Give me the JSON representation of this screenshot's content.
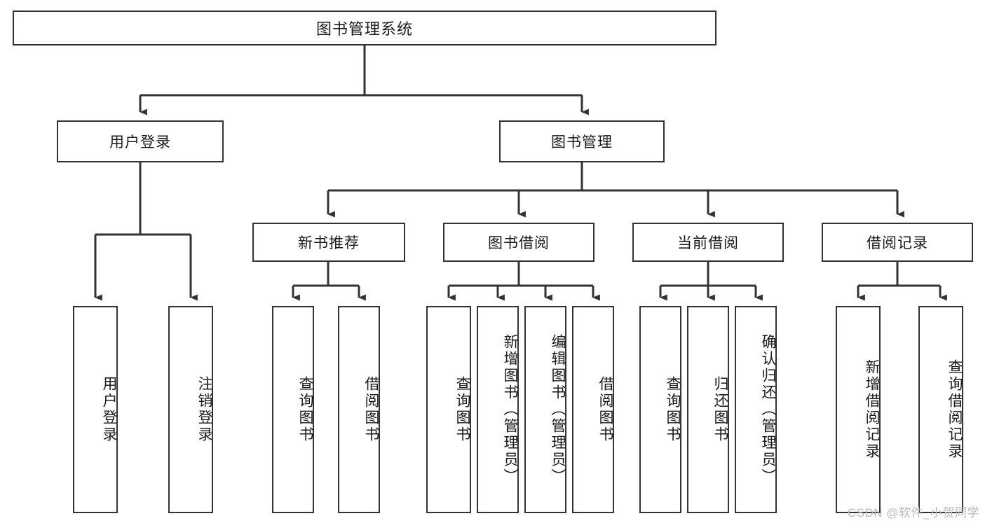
{
  "diagram": {
    "type": "tree-hierarchy-chart",
    "title": "图书管理系统",
    "watermark": "CSDN @软件_小贺同学",
    "style": {
      "stroke_color": "#333333",
      "box_fill": "#ffffff",
      "text_color": "#1a1a1a",
      "background": "#ffffff",
      "watermark_color": "#b9b9b9"
    },
    "levels": {
      "level0": [
        {
          "id": "root",
          "label": "图书管理系统",
          "orientation": "horizontal"
        }
      ],
      "level1": [
        {
          "id": "user-login",
          "label": "用户登录",
          "orientation": "horizontal"
        },
        {
          "id": "book-manage",
          "label": "图书管理",
          "orientation": "horizontal"
        }
      ],
      "level2": [
        {
          "id": "new-book-rec",
          "label": "新书推荐",
          "orientation": "horizontal",
          "parent": "book-manage"
        },
        {
          "id": "book-borrow",
          "label": "图书借阅",
          "orientation": "horizontal",
          "parent": "book-manage"
        },
        {
          "id": "current-borrow",
          "label": "当前借阅",
          "orientation": "horizontal",
          "parent": "book-manage"
        },
        {
          "id": "borrow-record",
          "label": "借阅记录",
          "orientation": "horizontal",
          "parent": "book-manage"
        }
      ],
      "level3": [
        {
          "id": "leaf-user-login",
          "label": "用户登录",
          "orientation": "vertical",
          "parent": "user-login"
        },
        {
          "id": "leaf-user-logout",
          "label": "注销登录",
          "orientation": "vertical",
          "parent": "user-login"
        },
        {
          "id": "leaf-query-book-1",
          "label": "查询图书",
          "orientation": "vertical",
          "parent": "new-book-rec"
        },
        {
          "id": "leaf-borrow-book-1",
          "label": "借阅图书",
          "orientation": "vertical",
          "parent": "new-book-rec"
        },
        {
          "id": "leaf-query-book-2",
          "label": "查询图书",
          "orientation": "vertical",
          "parent": "book-borrow"
        },
        {
          "id": "leaf-add-book",
          "label": "新增图书（管理员）",
          "orientation": "vertical",
          "parent": "book-borrow"
        },
        {
          "id": "leaf-edit-book",
          "label": "编辑图书（管理员）",
          "orientation": "vertical",
          "parent": "book-borrow"
        },
        {
          "id": "leaf-borrow-book-2",
          "label": "借阅图书",
          "orientation": "vertical",
          "parent": "book-borrow"
        },
        {
          "id": "leaf-query-book-3",
          "label": "查询图书",
          "orientation": "vertical",
          "parent": "current-borrow"
        },
        {
          "id": "leaf-return-book",
          "label": "归还图书",
          "orientation": "vertical",
          "parent": "current-borrow"
        },
        {
          "id": "leaf-confirm-return",
          "label": "确认归还（管理员）",
          "orientation": "vertical",
          "parent": "current-borrow"
        },
        {
          "id": "leaf-add-record",
          "label": "新增借阅记录",
          "orientation": "vertical",
          "parent": "borrow-record"
        },
        {
          "id": "leaf-query-record",
          "label": "查询借阅记录",
          "orientation": "vertical",
          "parent": "borrow-record"
        }
      ]
    }
  }
}
